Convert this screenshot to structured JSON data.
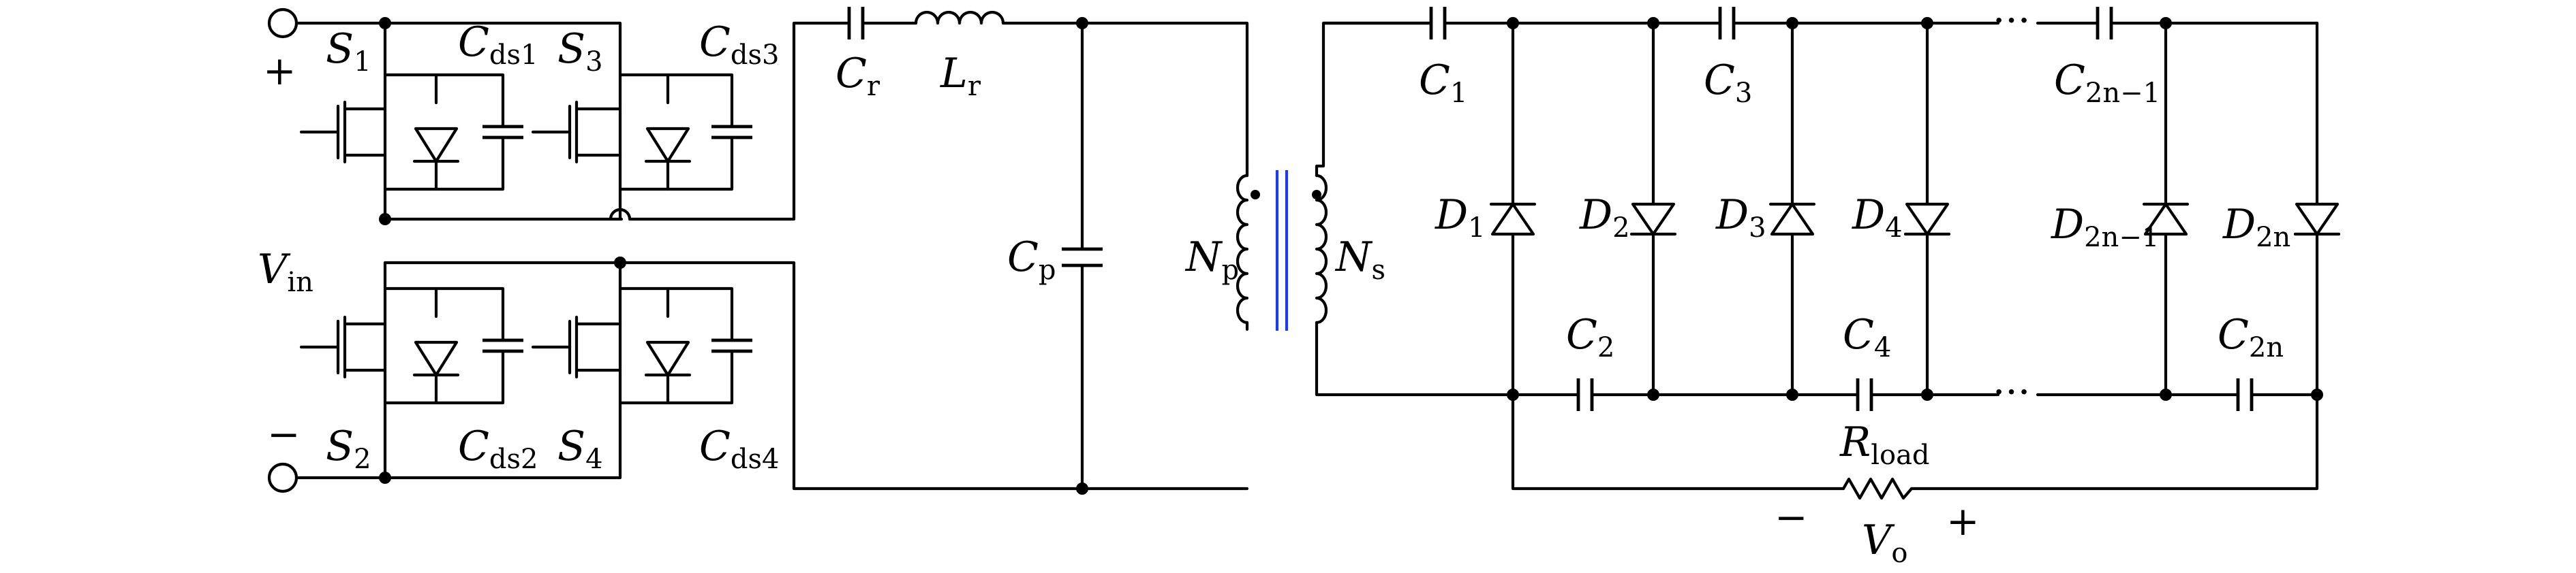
{
  "labels": {
    "s1": {
      "main": "S",
      "sub": "1"
    },
    "s2": {
      "main": "S",
      "sub": "2"
    },
    "s3": {
      "main": "S",
      "sub": "3"
    },
    "s4": {
      "main": "S",
      "sub": "4"
    },
    "cds1": {
      "main": "C",
      "sub": "ds1"
    },
    "cds2": {
      "main": "C",
      "sub": "ds2"
    },
    "cds3": {
      "main": "C",
      "sub": "ds3"
    },
    "cds4": {
      "main": "C",
      "sub": "ds4"
    },
    "vin": {
      "main": "V",
      "sub": "in"
    },
    "cr": {
      "main": "C",
      "sub": "r"
    },
    "lr": {
      "main": "L",
      "sub": "r"
    },
    "cp": {
      "main": "C",
      "sub": "p"
    },
    "np": {
      "main": "N",
      "sub": "p"
    },
    "ns": {
      "main": "N",
      "sub": "s"
    },
    "c1": {
      "main": "C",
      "sub": "1"
    },
    "c2": {
      "main": "C",
      "sub": "2"
    },
    "c3": {
      "main": "C",
      "sub": "3"
    },
    "c4": {
      "main": "C",
      "sub": "4"
    },
    "c2n1": {
      "main": "C",
      "sub": "2n−1"
    },
    "c2n": {
      "main": "C",
      "sub": "2n"
    },
    "d1": {
      "main": "D",
      "sub": "1"
    },
    "d2": {
      "main": "D",
      "sub": "2"
    },
    "d3": {
      "main": "D",
      "sub": "3"
    },
    "d4": {
      "main": "D",
      "sub": "4"
    },
    "d2n1": {
      "main": "D",
      "sub": "2n−1"
    },
    "d2n": {
      "main": "D",
      "sub": "2n"
    },
    "rload": {
      "main": "R",
      "sub": "load"
    },
    "vo": {
      "main": "V",
      "sub": "o"
    }
  },
  "signs": {
    "vin_plus": "+",
    "vin_minus": "−",
    "vo_minus": "−",
    "vo_plus": "+"
  },
  "ellipsis": {
    "top": "···",
    "bottom": "···"
  }
}
